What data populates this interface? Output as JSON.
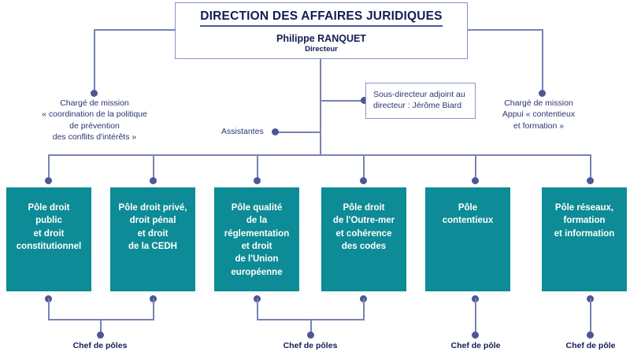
{
  "chart_data": {
    "type": "diagram",
    "title": "DIRECTION DES AFFAIRES JURIDIQUES",
    "subtype": "organizational-chart"
  },
  "root": {
    "title": "DIRECTION DES AFFAIRES JURIDIQUES",
    "name": "Philippe RANQUET",
    "role": "Directeur"
  },
  "staff": {
    "left_mission": "Chargé de mission\n« coordination de la politique\nde prévention\ndes conflits d'intérêts »",
    "left_mission_lines": [
      "Chargé de mission",
      "« coordination de la politique",
      "de prévention",
      "des conflits d'intérêts »"
    ],
    "right_mission_lines": [
      "Chargé de mission",
      "Appui « contentieux",
      "et formation »"
    ],
    "assistantes": "Assistantes",
    "sub_director_lines": [
      "Sous-directeur adjoint au",
      "directeur : Jérôme Biard"
    ]
  },
  "poles": [
    {
      "id": "pole-droit-public",
      "lines": [
        "Pôle droit",
        "public",
        "et droit",
        "constitutionnel"
      ]
    },
    {
      "id": "pole-droit-prive",
      "lines": [
        "Pôle droit privé,",
        "droit pénal",
        "et droit",
        "de la CEDH"
      ]
    },
    {
      "id": "pole-qualite-reglementation",
      "lines": [
        "Pôle qualité",
        "de la",
        "réglementation",
        "et droit",
        "de l'Union",
        "européenne"
      ]
    },
    {
      "id": "pole-droit-outre-mer",
      "lines": [
        "Pôle droit",
        "de l'Outre-mer",
        "et cohérence",
        "des codes"
      ]
    },
    {
      "id": "pole-contentieux",
      "lines": [
        "Pôle",
        "contentieux"
      ]
    },
    {
      "id": "pole-reseaux-formation",
      "lines": [
        "Pôle réseaux,",
        "formation",
        "et information"
      ]
    }
  ],
  "chefs": [
    {
      "id": "chef-de-poles-1",
      "label": "Chef de pôles"
    },
    {
      "id": "chef-de-poles-2",
      "label": "Chef de pôles"
    },
    {
      "id": "chef-de-pole-3",
      "label": "Chef de pôle"
    },
    {
      "id": "chef-de-pole-4",
      "label": "Chef de pôle"
    }
  ],
  "colors": {
    "pole_teal": "#0d8b96",
    "connector": "#7882b4",
    "dot": "#4d5696",
    "text_navy": "#131d53",
    "box_border": "#8b93c4"
  }
}
